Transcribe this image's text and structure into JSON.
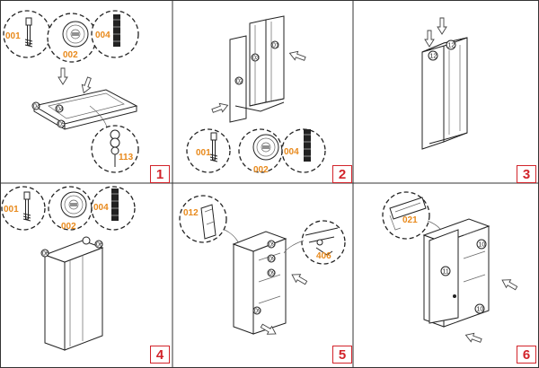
{
  "steps": [
    {
      "number": "1",
      "parts": [
        "001",
        "002",
        "004",
        "113"
      ],
      "panels": [
        "04",
        "04",
        "05"
      ]
    },
    {
      "number": "2",
      "parts": [
        "001",
        "002",
        "004"
      ],
      "panels": [
        "01",
        "03",
        "02"
      ]
    },
    {
      "number": "3",
      "parts": [],
      "panels": [
        "12",
        "12"
      ]
    },
    {
      "number": "4",
      "parts": [
        "001",
        "002",
        "004"
      ],
      "panels": [
        "06",
        "06"
      ]
    },
    {
      "number": "5",
      "parts": [
        "012",
        "406"
      ],
      "panels": [
        "09",
        "09",
        "09",
        "09"
      ]
    },
    {
      "number": "6",
      "parts": [
        "021"
      ],
      "panels": [
        "10",
        "11",
        "10"
      ]
    }
  ],
  "colors": {
    "part_label": "#e8891b",
    "step_number": "#d2232a",
    "line": "#222222"
  }
}
